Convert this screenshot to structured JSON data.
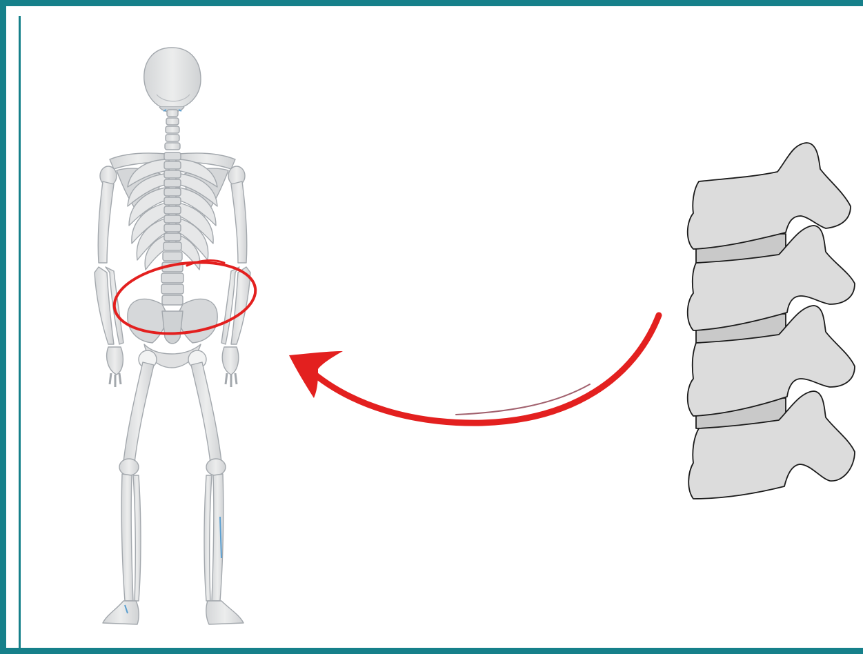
{
  "colors": {
    "frame": "#16808a",
    "bone_fill": "#e3e4e5",
    "bone_shade": "#c9cbcd",
    "bone_outline": "#9ea3a8",
    "bone_accent": "#5b9fd0",
    "vertebra_fill": "#dcdcdc",
    "vertebra_outline": "#1a1a1a",
    "highlight_red": "#e3201f"
  },
  "figures": {
    "skeleton": "skeleton-back-view",
    "spine_segment": "lumbar-vertebrae-closeup",
    "marker": "lower-back-circle",
    "pointer": "curved-arrow-from-vertebrae-to-skeleton"
  }
}
